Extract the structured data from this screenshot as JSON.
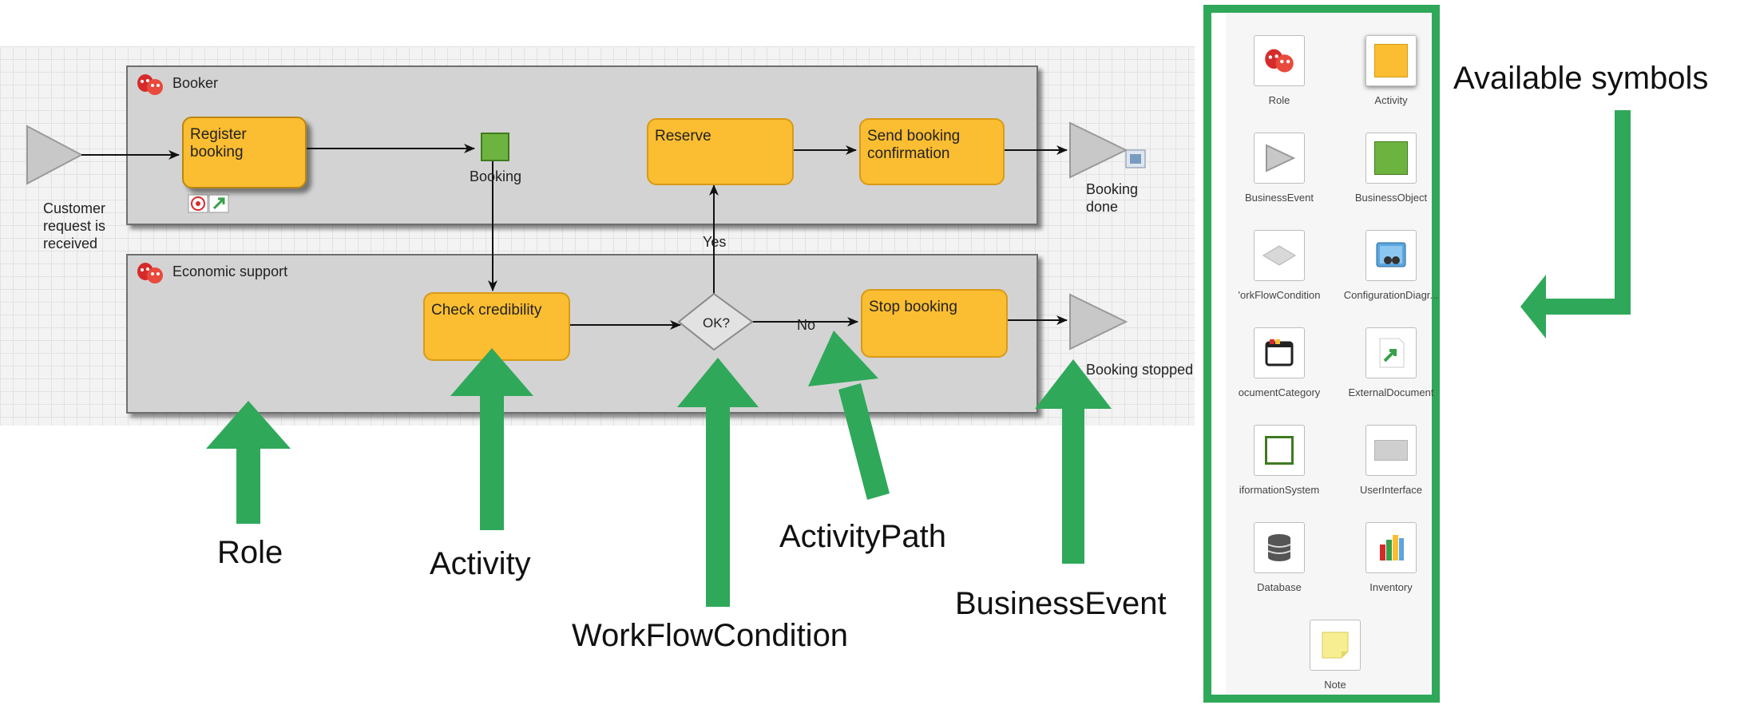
{
  "diagram": {
    "lanes": [
      {
        "name": "Booker"
      },
      {
        "name": "Economic support"
      }
    ],
    "activities": {
      "register": "Register booking",
      "reserve": "Reserve",
      "send_confirmation": "Send booking confirmation",
      "check_credibility": "Check credibility",
      "stop_booking": "Stop booking"
    },
    "business_object": "Booking",
    "condition": "OK?",
    "paths": {
      "yes": "Yes",
      "no": "No"
    },
    "events": {
      "start": "Customer request is received",
      "done": "Booking done",
      "stopped": "Booking stopped"
    }
  },
  "annotations": {
    "role": "Role",
    "activity": "Activity",
    "workflow_condition": "WorkFlowCondition",
    "activity_path": "ActivityPath",
    "business_event": "BusinessEvent",
    "available_symbols": "Available symbols"
  },
  "palette": {
    "items": [
      {
        "label": "Role",
        "icon": "role-icon"
      },
      {
        "label": "Activity",
        "icon": "activity-icon"
      },
      {
        "label": "BusinessEvent",
        "icon": "business-event-icon"
      },
      {
        "label": "BusinessObject",
        "icon": "business-object-icon"
      },
      {
        "label": "'orkFlowCondition",
        "icon": "workflow-condition-icon"
      },
      {
        "label": "ConfigurationDiagr...",
        "icon": "configuration-diagram-icon"
      },
      {
        "label": "ocumentCategory",
        "icon": "document-category-icon"
      },
      {
        "label": "ExternalDocument",
        "icon": "external-document-icon"
      },
      {
        "label": "iformationSystem",
        "icon": "information-system-icon"
      },
      {
        "label": "UserInterface",
        "icon": "user-interface-icon"
      },
      {
        "label": "Database",
        "icon": "database-icon"
      },
      {
        "label": "Inventory",
        "icon": "inventory-icon"
      },
      {
        "label": "Note",
        "icon": "note-icon"
      }
    ]
  },
  "colors": {
    "annotation_green": "#2fa85a",
    "activity_fill": "#fbbd31",
    "lane_fill": "#d3d3d3",
    "business_object": "#6db33f"
  }
}
